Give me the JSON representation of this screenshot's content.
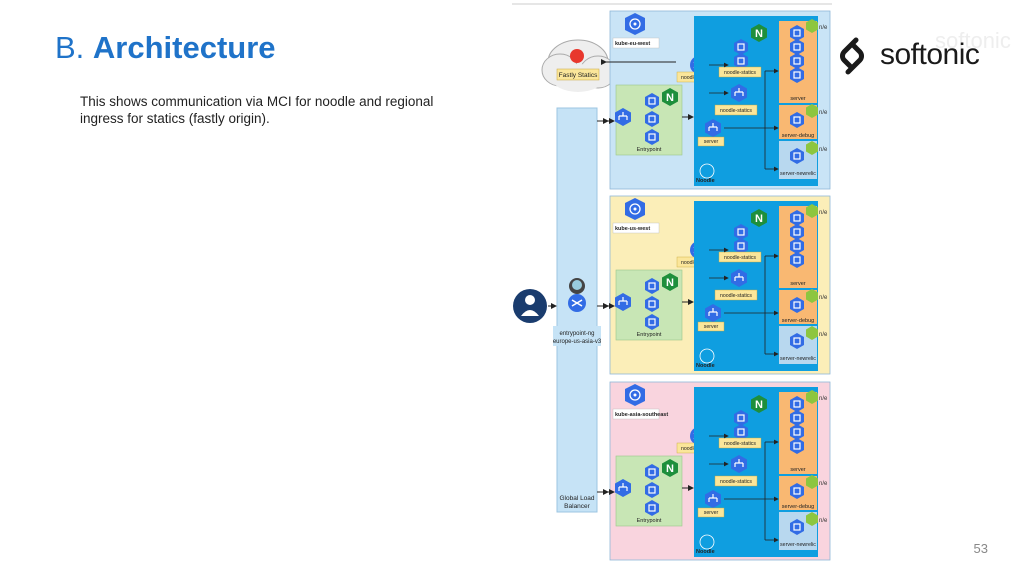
{
  "slide": {
    "title_prefix": "B.",
    "title_main": "Architecture",
    "description": "This shows communication via MCI for noodle and regional ingress for statics (fastly origin).",
    "page_number": "53"
  },
  "logo": {
    "text": "softonic",
    "ghost_text": "softonic"
  },
  "diagram": {
    "fastly_label": "Fastly Statics",
    "lb_label_1": "entrypoint-ng",
    "lb_label_2": "europe-us-asia-v3",
    "global_lb_1": "Global Load",
    "global_lb_2": "Balancer",
    "clusters": [
      {
        "name": "kube-eu-west",
        "color": "#c9e4f6",
        "entrypoint": "Entrypoint",
        "noodle": "Noodle",
        "noodle_statics_left": "noodle-statics",
        "noodle_statics_top": "noodle-statics",
        "noodle_statics_mid": "noodle-statics",
        "server_small": "server",
        "server": "server",
        "server_debug": "server-debug",
        "server_newrelic": "server-newrelic"
      },
      {
        "name": "kube-us-west",
        "color": "#fbeeb8",
        "entrypoint": "Entrypoint",
        "noodle": "Noodle",
        "noodle_statics_left": "noodle-statics",
        "noodle_statics_top": "noodle-statics",
        "noodle_statics_mid": "noodle-statics",
        "server_small": "server",
        "server": "server",
        "server_debug": "server-debug",
        "server_newrelic": "server-newrelic"
      },
      {
        "name": "kube-asia-southeast",
        "color": "#f9d4de",
        "entrypoint": "Entrypoint",
        "noodle": "Noodle",
        "noodle_statics_left": "noodle-statics",
        "noodle_statics_top": "noodle-statics",
        "noodle_statics_mid": "noodle-statics",
        "server_small": "server",
        "server": "server",
        "server_debug": "server-debug",
        "server_newrelic": "server-newrelic"
      }
    ]
  },
  "colors": {
    "accent": "#1f73c9",
    "k8s_blue": "#326ce5",
    "noodle_blue": "#0f9ee0",
    "orange": "#f9b872",
    "green": "#2ea44f"
  }
}
